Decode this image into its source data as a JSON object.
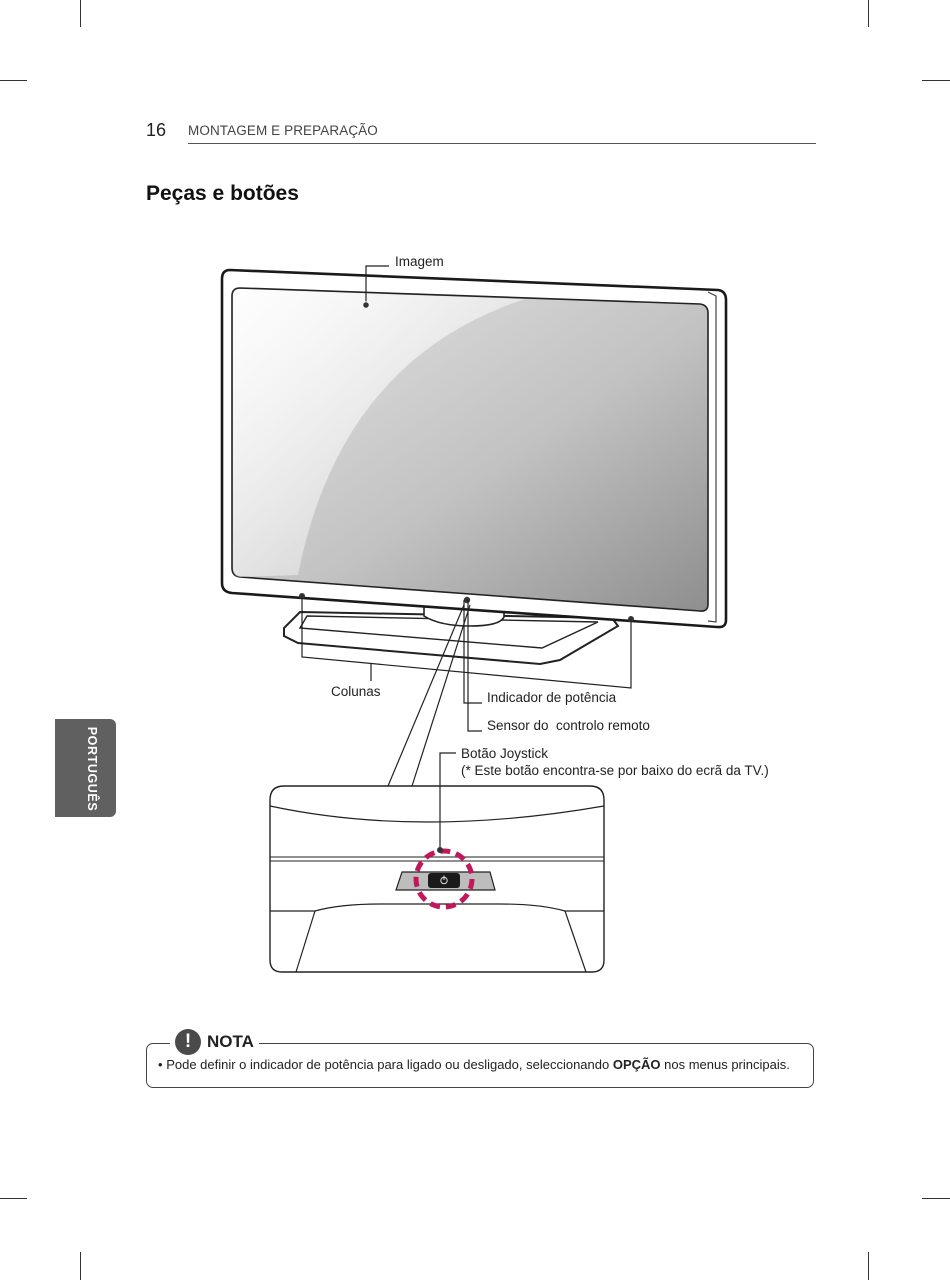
{
  "header": {
    "page_number": "16",
    "section": "MONTAGEM E PREPARAÇÃO"
  },
  "title": "Peças e botões",
  "side_tab": "PORTUGUÊS",
  "labels": {
    "image": "Imagem",
    "speakers": "Colunas",
    "power_indicator": "Indicador de potência",
    "remote_sensor": "Sensor do  controlo remoto",
    "joystick": "Botão Joystick",
    "joystick_note": "(* Este botão encontra-se por baixo do ecrã da TV.)"
  },
  "note": {
    "icon": "exclamation-icon",
    "title": "NOTA",
    "bullet": "•",
    "text_before": "Pode definir o indicador de potência para ligado ou desligado, seleccionando ",
    "text_bold": "OPÇÃO",
    "text_after": " nos menus principais."
  },
  "colors": {
    "highlight_ring": "#c2185b",
    "side_tab": "#606060"
  }
}
